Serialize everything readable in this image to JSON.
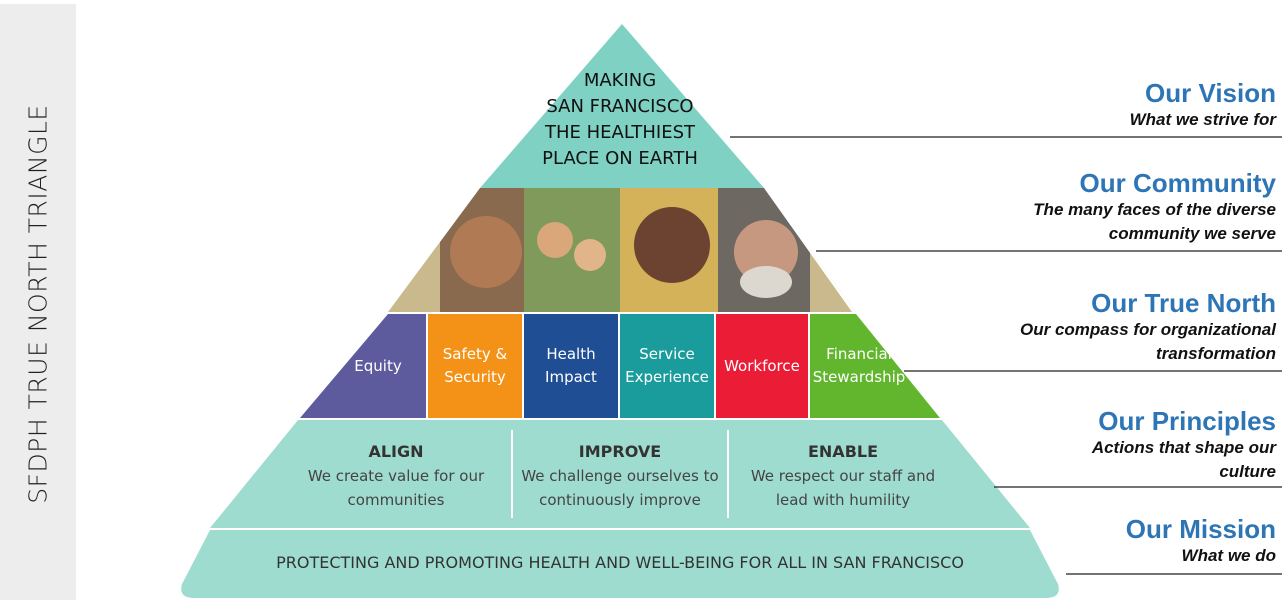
{
  "side_title": "SFDPH TRUE NORTH TRIANGLE",
  "vision_text": "MAKING SAN FRANCISCO THE HEALTHIEST PLACE ON EARTH",
  "vision_lines": [
    "MAKING",
    "SAN FRANCISCO",
    "THE HEALTHIEST",
    "PLACE ON EARTH"
  ],
  "true_north": [
    {
      "label": "Equity",
      "color": "#5e5a9e"
    },
    {
      "label": "Safety & Security",
      "color": "#f39217"
    },
    {
      "label": "Health Impact",
      "color": "#1f4e94"
    },
    {
      "label": "Service Experience",
      "color": "#1a9c9c"
    },
    {
      "label": "Workforce",
      "color": "#ea1c36"
    },
    {
      "label": "Financial Stewardship",
      "color": "#62b62e"
    }
  ],
  "principles": [
    {
      "title": "ALIGN",
      "desc": "We create value for our communities"
    },
    {
      "title": "IMPROVE",
      "desc": "We challenge ourselves to continuously improve"
    },
    {
      "title": "ENABLE",
      "desc": "We respect our staff and lead with humility"
    }
  ],
  "mission": "PROTECTING AND PROMOTING HEALTH AND WELL-BEING FOR ALL IN SAN FRANCISCO",
  "labels": [
    {
      "title": "Our Vision",
      "sub": "What we strive for"
    },
    {
      "title": "Our Community",
      "sub": "The many faces of the diverse community we serve"
    },
    {
      "title": "Our True North",
      "sub": "Our compass for organizational transformation"
    },
    {
      "title": "Our Principles",
      "sub": "Actions that shape our culture"
    },
    {
      "title": "Our Mission",
      "sub": "What we do"
    }
  ],
  "colors": {
    "teal": "#8ed6c9",
    "teal_dark": "#6cc8b8",
    "label_blue": "#2e75b6"
  }
}
